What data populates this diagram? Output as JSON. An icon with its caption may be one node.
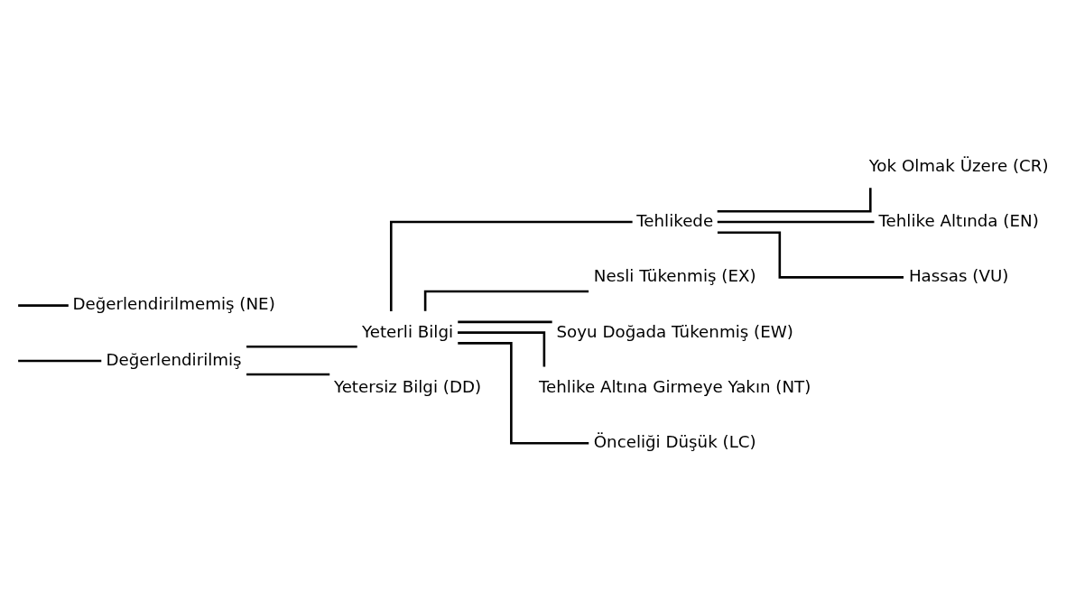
{
  "diagram": {
    "nodes": [
      {
        "text": [
          "Değerlendirilmiş"
        ]
      },
      {
        "text": [
          "Yeterli Bilgi"
        ]
      },
      {
        "text": [
          "Tehlikede"
        ]
      },
      {
        "text": [
          "Nesli Tükenmiş (EX)"
        ]
      },
      {
        "text": [
          "Soyu Doğada Tükenmiş (EW)"
        ]
      },
      {
        "text": [
          "Yok Olmak Üzere (CR)"
        ]
      },
      {
        "text": [
          "Tehlike Altında (EN)"
        ]
      },
      {
        "text": [
          "Hassas (VU)"
        ]
      },
      {
        "text": [
          "Tehlike Altına Girmeye Yakın (NT)"
        ]
      },
      {
        "text": [
          "Önceliği Düşük (LC)"
        ]
      },
      {
        "text": [
          "Yetersiz Bilgi (DD)"
        ]
      },
      {
        "text": [
          "Değerlendirilmemiş (NE)"
        ]
      }
    ],
    "edges": [
      {
        "from": null,
        "to": 0,
        "arrow": "none"
      },
      {
        "from": null,
        "to": 11,
        "arrow": "none"
      },
      {
        "from": 0,
        "to": 1,
        "arrow": "none"
      },
      {
        "from": 0,
        "to": 10,
        "arrow": "none"
      },
      {
        "from": 1,
        "to": 3,
        "arrow": "none"
      },
      {
        "from": 1,
        "to": 4,
        "arrow": "none"
      },
      {
        "from": 1,
        "to": 2,
        "arrow": "none"
      },
      {
        "from": 1,
        "to": 8,
        "arrow": "none"
      },
      {
        "from": 1,
        "to": 9,
        "arrow": "none"
      },
      {
        "from": 2,
        "to": 5,
        "arrow": "none"
      },
      {
        "from": 2,
        "to": 6,
        "arrow": "none"
      },
      {
        "from": 2,
        "to": 7,
        "arrow": "none"
      }
    ]
  }
}
